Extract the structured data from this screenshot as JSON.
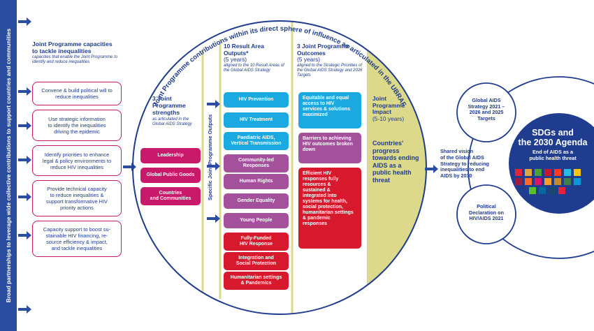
{
  "left_band": {
    "text": "Broad partnerships to leverage wide collective contributions to support countries and communities"
  },
  "capacities": {
    "title_line1": "Joint Programme capacities",
    "title_line2": "to tackle inequalities",
    "subtitle": "capacities that enable the Joint Programme to identify and reduce inequalities",
    "items": [
      {
        "lines": [
          "Convene & build political will to",
          "reduce inequalities"
        ]
      },
      {
        "lines": [
          "Use strategic information",
          "to identify the inequalities",
          "driving the epidemic"
        ]
      },
      {
        "lines": [
          "Identify priorities to enhance",
          "legal & policy environments to",
          "reduce HIV inequalities"
        ]
      },
      {
        "lines": [
          "Provide technical capacity",
          "to reduce inequalities &",
          "support transformative HIV",
          "priority actions"
        ]
      },
      {
        "lines": [
          "Capacity support to boost su-",
          "stainable HIV financing, re-",
          "source efficiency & impact,",
          "and tackle inequalities"
        ]
      }
    ]
  },
  "arc_title": "Joint Programme contributions within its direct sphere of influence as articulated in the UBRAF",
  "strengths": {
    "title_lines": [
      "3 Joint",
      "Programme",
      "strengths"
    ],
    "subtitle": "as articulated in the Global AIDS Strategy",
    "items": [
      {
        "lines": [
          "Leadership"
        ]
      },
      {
        "lines": [
          "Global Public Goods"
        ]
      },
      {
        "lines": [
          "Countries",
          "and Communities"
        ]
      }
    ]
  },
  "specific_outputs_label": "Specific Joint Programme Outputs",
  "outputs": {
    "title_lines": [
      "10 Result Area",
      "Outputs*"
    ],
    "years": "(5 years)",
    "subtitle": "aligned to the 10 Result Areas of the Global AIDS Strategy",
    "items": [
      {
        "lines": [
          "HIV Prevention"
        ],
        "color": "#1aa9e0"
      },
      {
        "lines": [
          "HIV Treatment"
        ],
        "color": "#1aa9e0"
      },
      {
        "lines": [
          "Paediatric AIDS,",
          "Vertical Transmission"
        ],
        "color": "#1aa9e0"
      },
      {
        "lines": [
          "Community-led",
          "Responses"
        ],
        "color": "#a3519b"
      },
      {
        "lines": [
          "Human Rights"
        ],
        "color": "#a3519b"
      },
      {
        "lines": [
          "Gender Equality"
        ],
        "color": "#a3519b"
      },
      {
        "lines": [
          "Young People"
        ],
        "color": "#a3519b"
      },
      {
        "lines": [
          "Fully-Funded",
          "HIV Response"
        ],
        "color": "#d7192d"
      },
      {
        "lines": [
          "Integration and",
          "Social Protection"
        ],
        "color": "#d7192d"
      },
      {
        "lines": [
          "Humanitarian settings",
          "& Pandemics"
        ],
        "color": "#d7192d"
      }
    ]
  },
  "outcomes": {
    "title_lines": [
      "3 Joint Programme",
      "Outcomes"
    ],
    "years": "(5 years)",
    "subtitle": "aligned to the Strategic Priorities of the Global AIDS Strategy and 2026 Targets",
    "items": [
      {
        "lines": [
          "Equitable and equal",
          "access to HIV",
          "services & solutions",
          "maximized"
        ],
        "color": "#1aa9e0"
      },
      {
        "lines": [
          "Barriers to achieving",
          "HIV outcomes broken",
          "down"
        ],
        "color": "#a3519b"
      },
      {
        "lines": [
          "Efficient HIV",
          "responses fully",
          "resources &",
          "sustained &",
          "integrated into",
          "systems for health,",
          "social protection,",
          "humanitarian settings",
          "& pandemic",
          "responses"
        ],
        "color": "#d7192d"
      }
    ]
  },
  "impact": {
    "title_lines": [
      "Joint",
      "Programme",
      "Impact"
    ],
    "years": "(5-10 years)",
    "statement_lines": [
      "Countries'",
      "progress",
      "towards ending",
      "AIDS as a",
      "public health",
      "threat"
    ]
  },
  "shared_vision": {
    "lines": [
      "Shared vision",
      "of the Global AIDS",
      "Strategy to reducing",
      "inequalities to end",
      "AIDS by 2030"
    ]
  },
  "global_strategy": {
    "lines": [
      "Global AIDS",
      "Strategy 2021 –",
      "2026 and 2025",
      "Targets"
    ]
  },
  "political_declaration": {
    "lines": [
      "Political",
      "Declaration on",
      "HIV/AIDS 2021"
    ]
  },
  "sdgs": {
    "title_lines": [
      "SDGs and",
      "the 2030 Agenda"
    ],
    "subtitle_lines": [
      "End of AIDS as a",
      "public health threat"
    ],
    "icon_colors": [
      "#e5243b",
      "#dda63a",
      "#4c9f38",
      "#c5192d",
      "#ff3a21",
      "#26bde2",
      "#fcc30b",
      "#a21942",
      "#fd6925",
      "#dd1367",
      "#fd9d24",
      "#bf8b2e",
      "#3f7e44",
      "#0a97d9",
      "#56c02b",
      "#00689d",
      "#19486a",
      "#e5243b"
    ]
  },
  "colors": {
    "navy": "#1f3c8f",
    "band": "#2a4da0",
    "magenta": "#c8196a",
    "cyan": "#1aa9e0",
    "purple": "#a3519b",
    "red": "#d7192d",
    "impact_yellow": "#ddd98a",
    "strength_pink": "#c8196a"
  }
}
